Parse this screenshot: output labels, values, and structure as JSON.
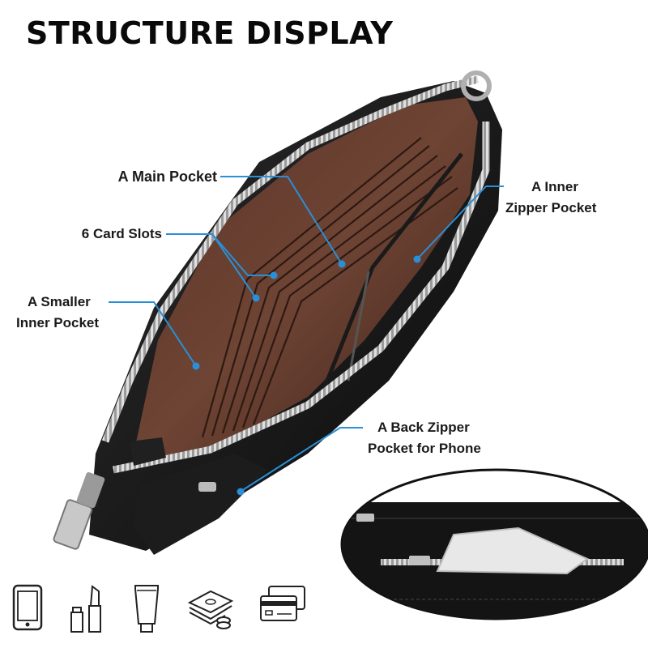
{
  "heading": "STRUCTURE DISPLAY",
  "callouts": {
    "main_pocket": "A Main Pocket",
    "card_slots": "6 Card Slots",
    "smaller_pocket_line1": "A Smaller",
    "smaller_pocket_line2": "Inner Pocket",
    "inner_zipper_line1": "A Inner",
    "inner_zipper_line2": "Zipper Pocket",
    "back_zipper_line1": "A Back Zipper",
    "back_zipper_line2": "Pocket for Phone"
  },
  "colors": {
    "leather": "#141414",
    "lining": "#4a2a1e",
    "lining_light": "#6b4132",
    "zipper": "#b8b8b8",
    "leader_line": "#2a8fd6",
    "text": "#1a1a1a"
  },
  "bottom_icons": [
    "phone-icon",
    "lipstick-icon",
    "lotion-tube-icon",
    "cash-and-coins-icon",
    "bank-cards-icon"
  ]
}
